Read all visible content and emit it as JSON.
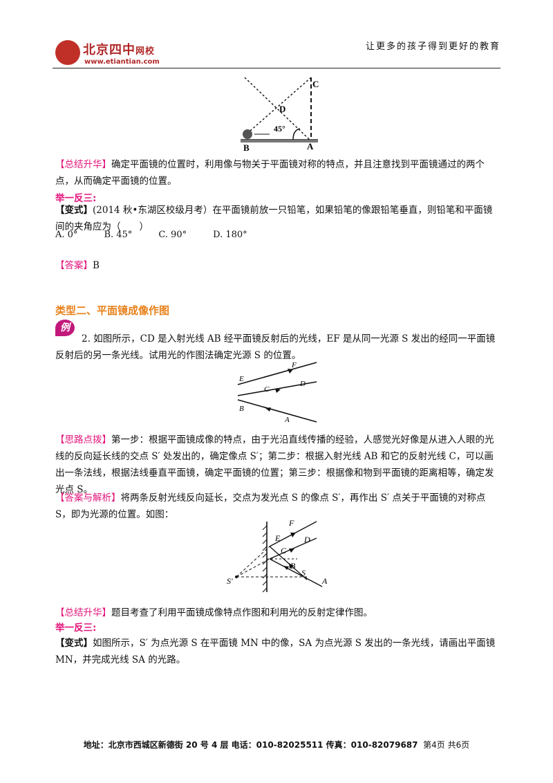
{
  "header": {
    "logo_name": "北京四中",
    "logo_suffix": "网校",
    "logo_url": "www.etiantian.com",
    "slogan": "让更多的孩子得到更好的教育"
  },
  "fig1": {
    "label_c": "C",
    "label_d": "D",
    "label_a": "A",
    "label_b": "B",
    "angle": "45°"
  },
  "summary1": {
    "tag": "【总结升华】",
    "text": "确定平面镜的位置时，利用像与物关于平面镜对称的特点，并且注意找到平面镜通过的两个点，从而确定平面镜的位置。"
  },
  "jyfs1": "举一反三:",
  "variant1": {
    "tag": "【变式】",
    "text": "(2014 秋•东湖区校级月考）在平面镜前放一只铅笔，如果铅笔的像跟铅笔垂直，则铅笔和平面镜间的夹角应为（　　）"
  },
  "choices": [
    "A. 0°",
    "B. 45°",
    "C. 90°",
    "D. 180°"
  ],
  "answer1": {
    "tag": "【答案】",
    "text": "B"
  },
  "section2": {
    "title": "类型二、平面镜成像作图",
    "badge": "例"
  },
  "q2": {
    "text": "2. 如图所示，CD 是入射光线 AB 经平面镜反射后的光线，EF 是从同一光源 S 发出的经同一平面镜反射后的另一条光线。试用光的作图法确定光源 S 的位置。"
  },
  "fig2": {
    "label_e": "E",
    "label_f": "F",
    "label_c": "C",
    "label_d": "D",
    "label_b": "B",
    "label_a": "A"
  },
  "hint2": {
    "tag": "【思路点拨】",
    "text": "第一步：根据平面镜成像的特点，由于光沿直线传播的经验，人感觉光好像是从进入人眼的光线的反向延长线的交点 S′ 处发出的，确定像点 S′；第二步：根据入射光线 AB 和它的反射光线 C，可以画出一条法线，根据法线垂直平面镜，确定平面镜的位置；第三步：根据像和物到平面镜的距离相等，确定发光点 S。"
  },
  "answer2": {
    "tag": "【答案与解析】",
    "text": "将两条反射光线反向延长，交点为发光点 S 的像点 S′，再作出 S′ 点关于平面镜的对称点 S，即为光源的位置。如图："
  },
  "fig3": {
    "label_f": "F",
    "label_e": "E",
    "label_d": "D",
    "label_c": "C",
    "label_b": "B",
    "label_s": "S",
    "label_a": "A",
    "label_sp": "S'"
  },
  "summary2": {
    "tag": "【总结升华】",
    "text": "题目考查了利用平面镜成像特点作图和利用光的反射定律作图。"
  },
  "jyfs2": "举一反三:",
  "variant2": {
    "tag": "【变式】",
    "text": "如图所示，S′ 为点光源 S 在平面镜 MN 中的像，SA 为点光源 S 发出的一条光线，请画出平面镜 MN，并完成光线 SA 的光路。"
  },
  "footer": {
    "address": "地址：北京市西城区新德街 20 号 4 层  电话：010-82025511  传真：010-82079687",
    "page": "第4页  共6页"
  }
}
